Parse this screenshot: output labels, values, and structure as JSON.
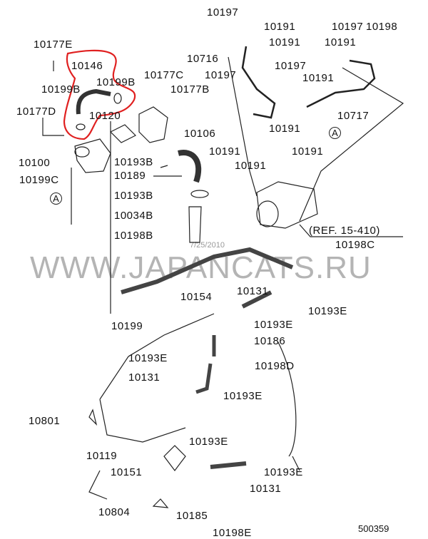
{
  "diagram": {
    "watermark": "WWW.JAPANCATS.RU",
    "date_stamp": "7/25/2010",
    "diagram_code": "500359",
    "reference": "(REF. 15-410)",
    "circle_marker": "A",
    "highlight_color": "#e02020",
    "labels": [
      "10197",
      "10191",
      "10197",
      "10198",
      "10177E",
      "10191",
      "10191",
      "10716",
      "10146",
      "10197",
      "10191",
      "10199B",
      "10177C",
      "10197",
      "10199B",
      "10177B",
      "10177D",
      "10120",
      "10106",
      "10191",
      "10717",
      "10100",
      "10193B",
      "10191",
      "10191",
      "10199C",
      "10189",
      "10191",
      "10193B",
      "10034B",
      "10198B",
      "10198C",
      "10131",
      "10154",
      "10193E",
      "10199",
      "10193E",
      "10186",
      "10193E",
      "10198D",
      "10131",
      "10193E",
      "10801",
      "10193E",
      "10119",
      "10151",
      "10193E",
      "10131",
      "10804",
      "10185",
      "10198E"
    ]
  }
}
